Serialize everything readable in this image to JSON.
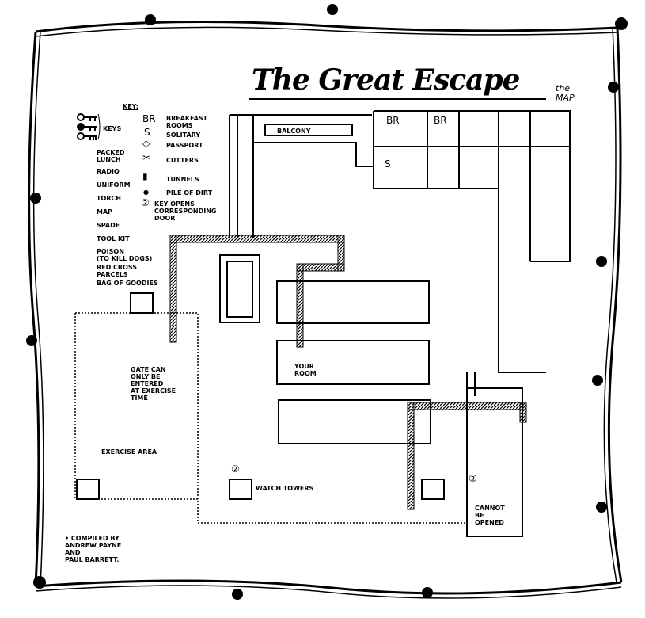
{
  "title": "The Great Escape",
  "subtitle": "the\nMAP",
  "key": {
    "heading": "KEY:",
    "left": [
      {
        "icon": "keys-icon",
        "label": "KEYS"
      },
      {
        "icon": "packed-lunch-icon",
        "label": "PACKED LUNCH"
      },
      {
        "icon": "radio-icon",
        "label": "RADIO"
      },
      {
        "icon": "uniform-icon",
        "label": "UNIFORM"
      },
      {
        "icon": "torch-icon",
        "label": "TORCH"
      },
      {
        "icon": "map-icon",
        "label": "MAP"
      },
      {
        "icon": "spade-icon",
        "label": "SPADE"
      },
      {
        "icon": "tool-kit-icon",
        "label": "TOOL KIT"
      },
      {
        "icon": "poison-icon",
        "label": "POISON\n(TO KILL DOGS)"
      },
      {
        "icon": "red-cross-icon",
        "label": "RED CROSS\nPARCELS"
      },
      {
        "icon": "bag-icon",
        "label": "BAG OF GOODIES"
      }
    ],
    "right": [
      {
        "symbol": "BR",
        "label": "BREAKFAST\nROOMS"
      },
      {
        "symbol": "S",
        "label": "SOLITARY"
      },
      {
        "symbol": "◇",
        "label": "PASSPORT"
      },
      {
        "symbol": "✂",
        "label": "CUTTERS"
      },
      {
        "symbol": "▮",
        "label": "TUNNELS"
      },
      {
        "symbol": "●",
        "label": "PILE OF DIRT"
      },
      {
        "symbol": "②",
        "label": "KEY OPENS\nCORRESPONDING\nDOOR"
      }
    ]
  },
  "labels": {
    "balcony": "BALCONY",
    "br1": "BR",
    "br2": "BR",
    "s": "S",
    "your_room": "YOUR\nROOM",
    "gate": "GATE CAN\nONLY BE\nENTERED\nAT EXERCISE\nTIME",
    "exercise": "EXERCISE AREA",
    "towers": "WATCH TOWERS",
    "cannot": "CANNOT\nBE\nOPENED",
    "num1": "②",
    "num2": "②"
  },
  "credits": "• COMPILED BY\nANDREW PAYNE\nAND\nPAUL BARRETT."
}
